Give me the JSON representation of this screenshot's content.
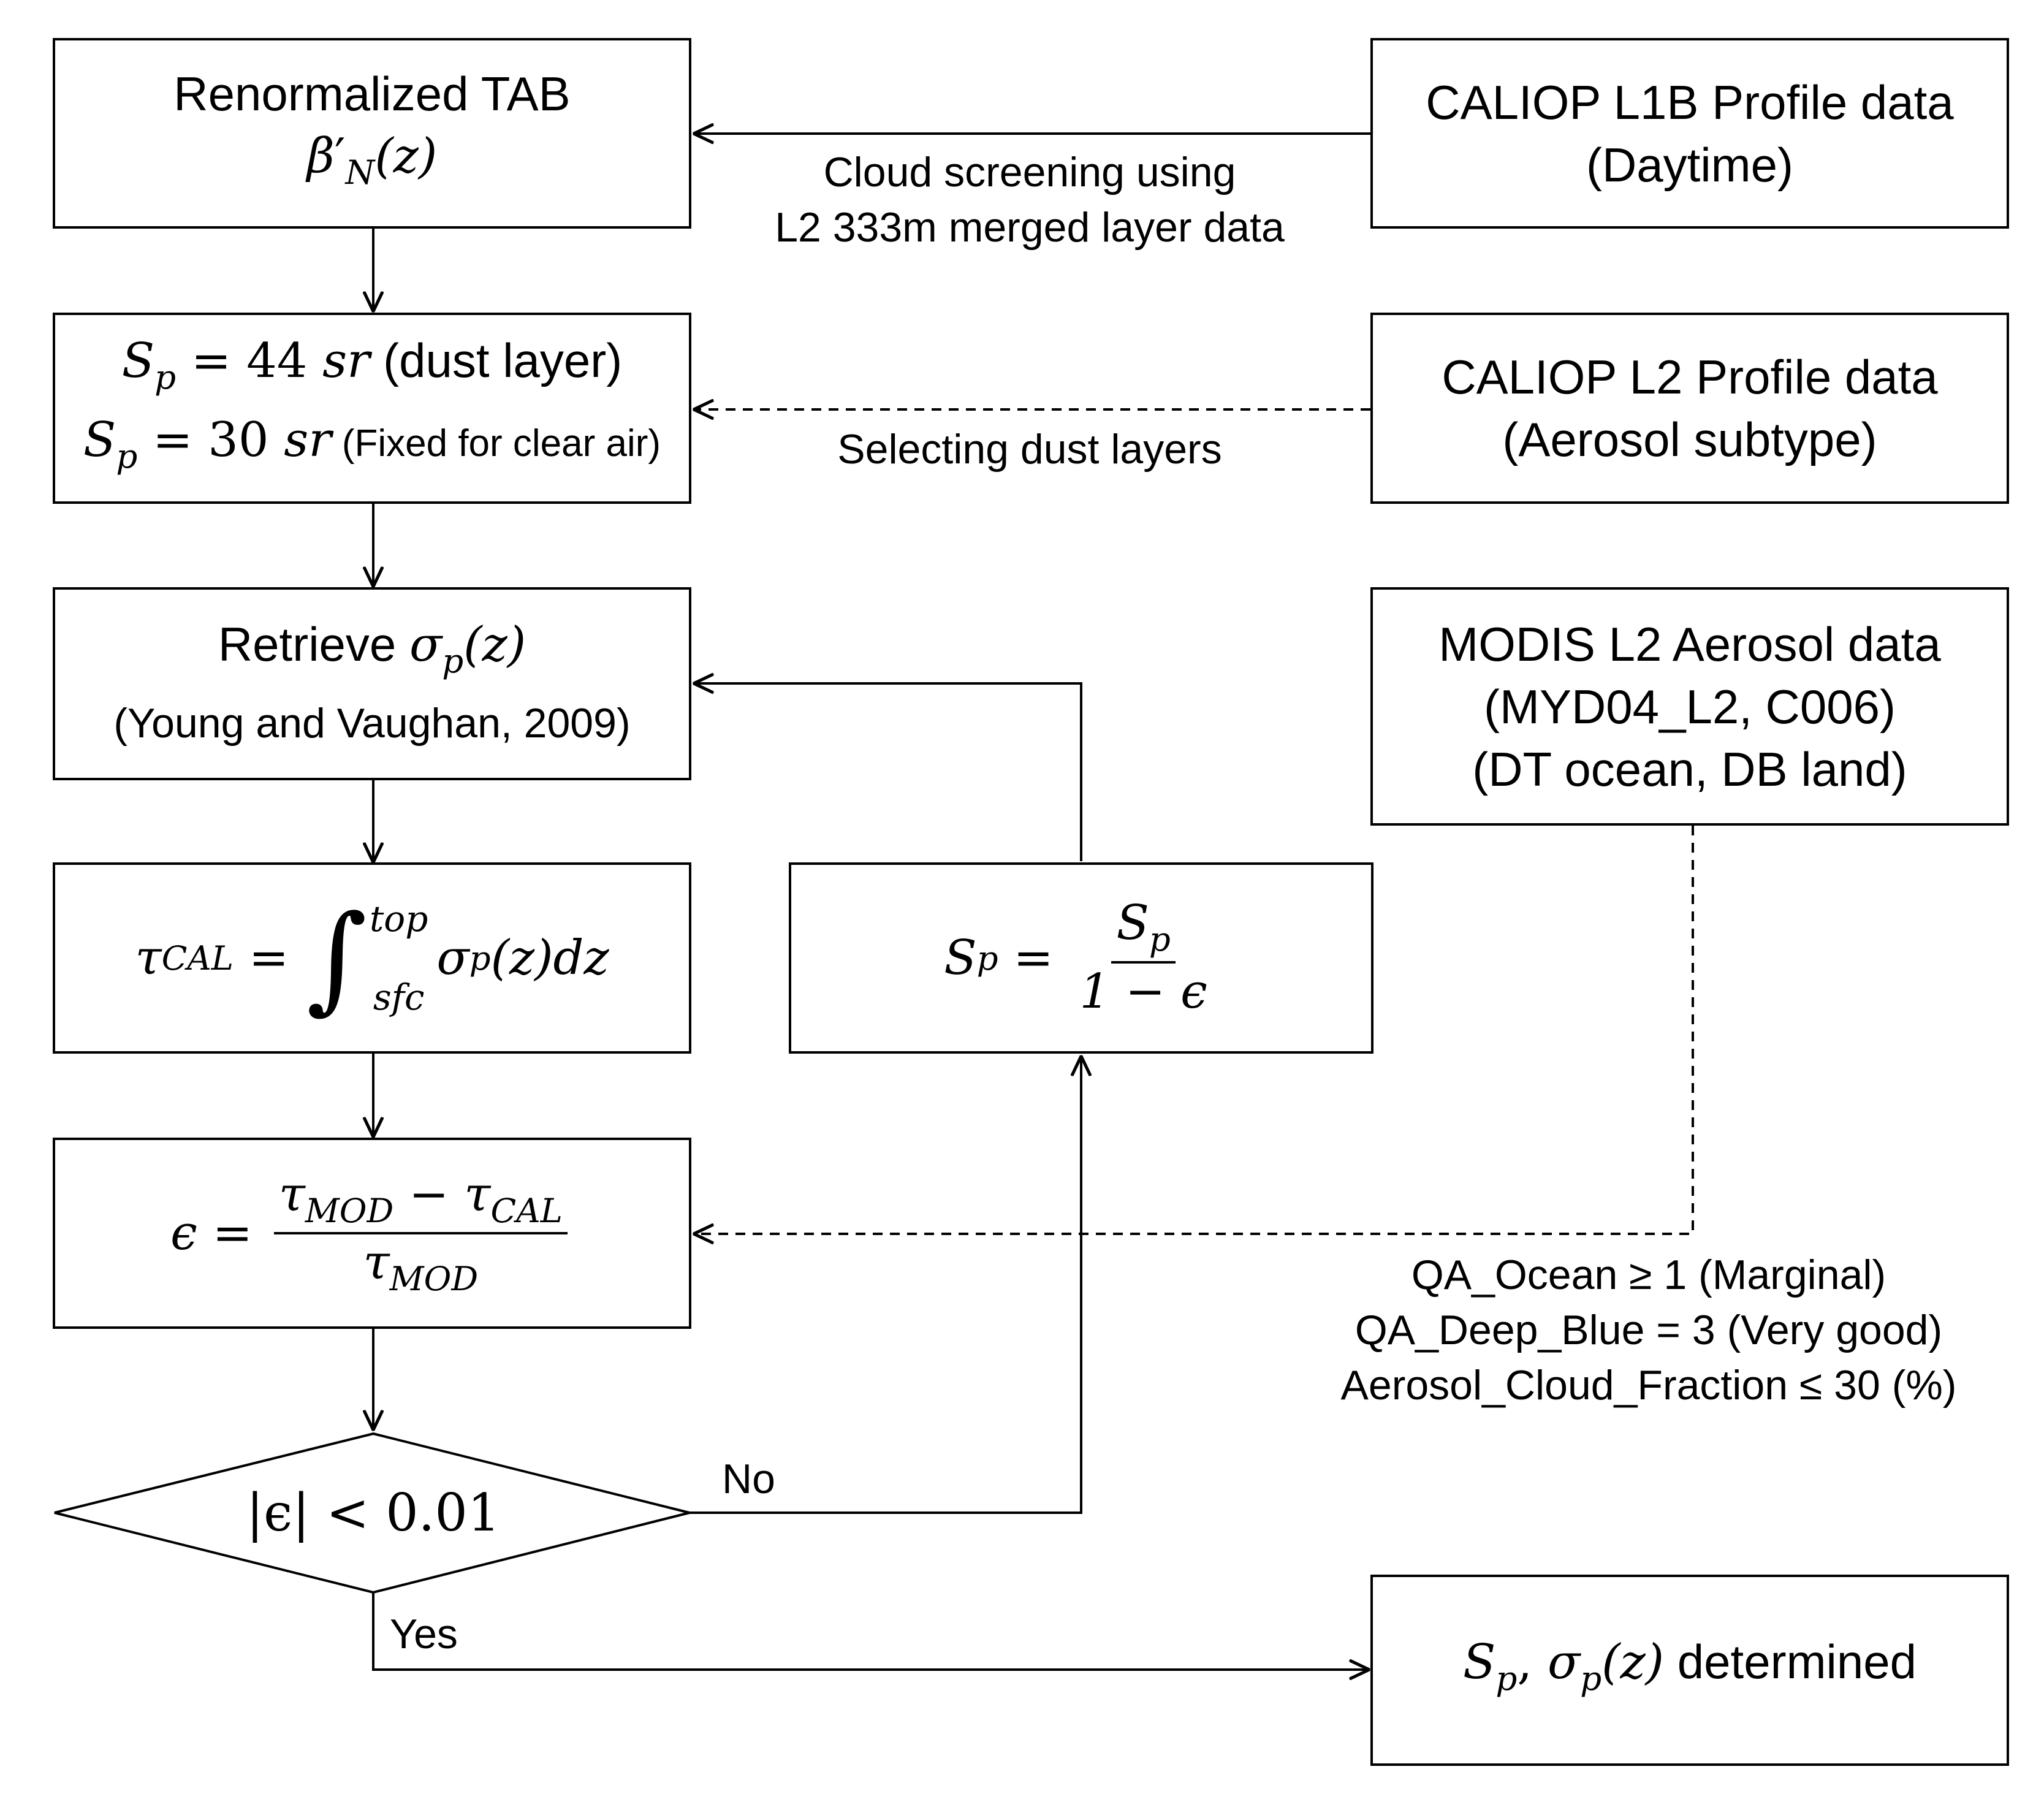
{
  "boxes": {
    "renormalized": {
      "line1": "Renormalized TAB",
      "symbol": "β",
      "sub": "N",
      "prime": "′",
      "arg": "(z)"
    },
    "caliop_l1b": {
      "line1": "CALIOP L1B Profile data",
      "line2": "(Daytime)"
    },
    "sp_init": {
      "line1_lhs": "S",
      "line1_sub": "p",
      "line1_eq": " = 44 ",
      "line1_unit": "sr",
      "line1_note": " (dust layer)",
      "line2_lhs": "S",
      "line2_sub": "p",
      "line2_eq": " = 30 ",
      "line2_unit": "sr",
      "line2_note": " (Fixed for clear air)"
    },
    "caliop_l2": {
      "line1": "CALIOP L2 Profile data",
      "line2": "(Aerosol subtype)"
    },
    "retrieve": {
      "word": "Retrieve ",
      "symbol": "σ",
      "sub": "p",
      "arg": "(z)",
      "line2": "(Young and Vaughan, 2009)"
    },
    "modis": {
      "line1": "MODIS L2 Aerosol data",
      "line2": "(MYD04_L2, C006)",
      "line3": "(DT ocean, DB land)"
    },
    "tau_cal": {
      "lhs": "τ",
      "lhs_sub": "CAL",
      "eq": " = ",
      "upper": "top",
      "lower": "sfc",
      "integrand": "σ",
      "integrand_sub": "p",
      "tail": "(z)dz"
    },
    "sp_update": {
      "lhs": "S",
      "lhs_sub": "p",
      "eq": " = ",
      "num": "S",
      "num_sub": "p",
      "den": "1 − ϵ"
    },
    "epsilon": {
      "lhs": "ϵ",
      "eq": " = ",
      "num_a": "τ",
      "num_a_sub": "MOD",
      "minus": " − ",
      "num_b": "τ",
      "num_b_sub": "CAL",
      "den": "τ",
      "den_sub": "MOD"
    },
    "decision": {
      "text": "|ϵ| < 0.01"
    },
    "result": {
      "lhs": "S",
      "lhs_sub": "p",
      "comma": ", ",
      "sym": "σ",
      "sym_sub": "p",
      "arg": "(z)",
      "word": " determined"
    }
  },
  "labels": {
    "cloud_screening_1": "Cloud screening using",
    "cloud_screening_2": "L2 333m merged layer data",
    "selecting_dust": "Selecting dust layers",
    "qa_1": "QA_Ocean ≥ 1 (Marginal)",
    "qa_2": "QA_Deep_Blue = 3 (Very good)",
    "qa_3": "Aerosol_Cloud_Fraction ≤ 30 (%)",
    "no": "No",
    "yes": "Yes"
  }
}
